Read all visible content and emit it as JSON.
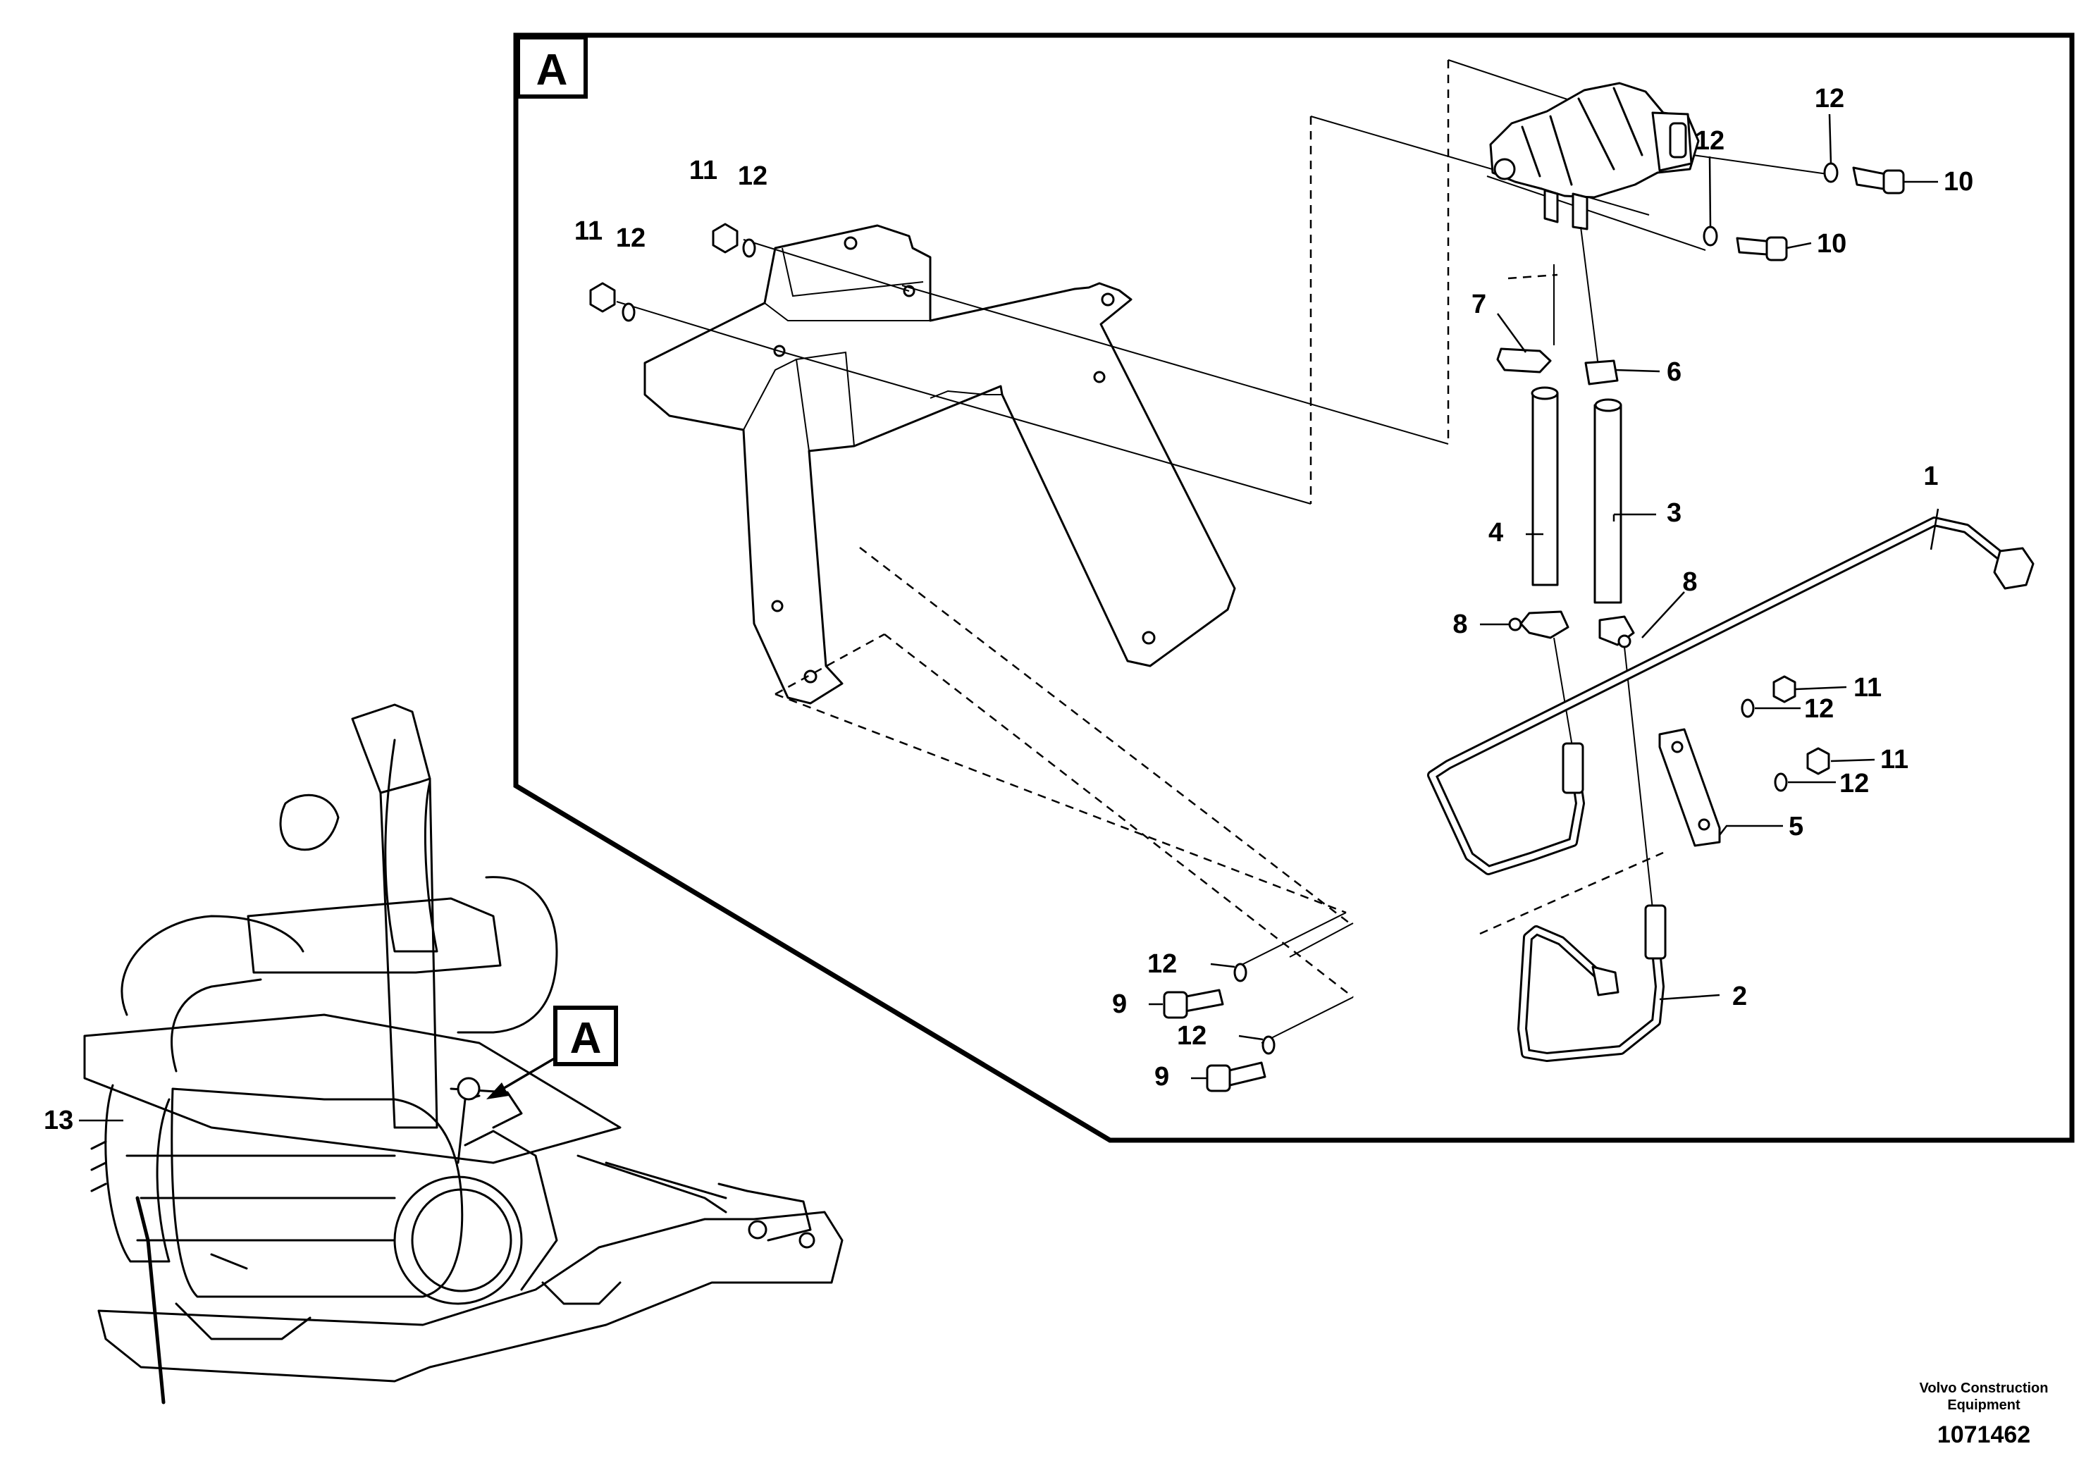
{
  "view_marker": "A",
  "callouts": {
    "c1": "1",
    "c2": "2",
    "c3": "3",
    "c4": "4",
    "c5": "5",
    "c6": "6",
    "c7": "7",
    "c8a": "8",
    "c8b": "8",
    "c9a": "9",
    "c9b": "9",
    "c10a": "10",
    "c10b": "10",
    "c11a": "11",
    "c11b": "11",
    "c11c": "11",
    "c11d": "11",
    "c12a": "12",
    "c12b": "12",
    "c12c": "12",
    "c12d": "12",
    "c12e": "12",
    "c12f": "12",
    "c12g": "12",
    "c12h": "12",
    "c13": "13"
  },
  "footer": {
    "company_line1": "Volvo Construction",
    "company_line2": "Equipment",
    "drawing_number": "1071462"
  }
}
